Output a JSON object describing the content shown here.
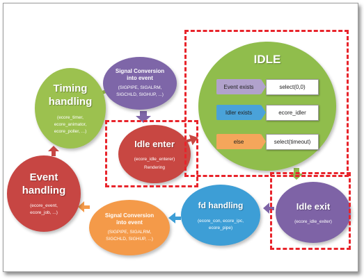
{
  "nodes": {
    "timing": {
      "title": "Timing\nhandling",
      "detail": "(ecore_timer,\necore_animator,\necore_poller, ...)",
      "color": "#9cc14f"
    },
    "signal_top": {
      "title": "Signal Conversion\ninto event",
      "detail": "(SIGPIPE, SIGALRM,\nSIGCHLD, SIGHUP, ...)",
      "color": "#7e66a8"
    },
    "idle_enter": {
      "title": "Idle enter",
      "detail": "(ecore_idle_enterer)",
      "extra": "Rendering",
      "color": "#c84742"
    },
    "idle": {
      "title": "IDLE",
      "color": "#90bd4c",
      "rows": [
        {
          "condition": "Event exists",
          "action": "select(0,0)",
          "color": "#b1a2cc"
        },
        {
          "condition": "Idler exists",
          "action": "ecore_idler",
          "color": "#4aa2d9"
        },
        {
          "condition": "else",
          "action": "select(timeout)",
          "color": "#f5a65b"
        }
      ]
    },
    "event_handling": {
      "title": "Event\nhandling",
      "detail": "(ecore_event,\necore_job, ...)",
      "color": "#c74643"
    },
    "signal_bottom": {
      "title": "Signal Conversion\ninto event",
      "detail": "(SIGPIPE, SIGALRM,\nSIGCHLD, SIGHUP, ...)",
      "color": "#f49a49"
    },
    "fd_handling": {
      "title": "fd handling",
      "detail": "(ecore_con, ecore_ipc,\necore_pipe)",
      "color": "#3d9ed6"
    },
    "idle_exit": {
      "title": "Idle exit",
      "detail": "(ecore_idle_exiter)",
      "color": "#7e63a6"
    }
  },
  "colors": {
    "highlight_dash": "#e8242b",
    "arrow": "#c0504d"
  }
}
